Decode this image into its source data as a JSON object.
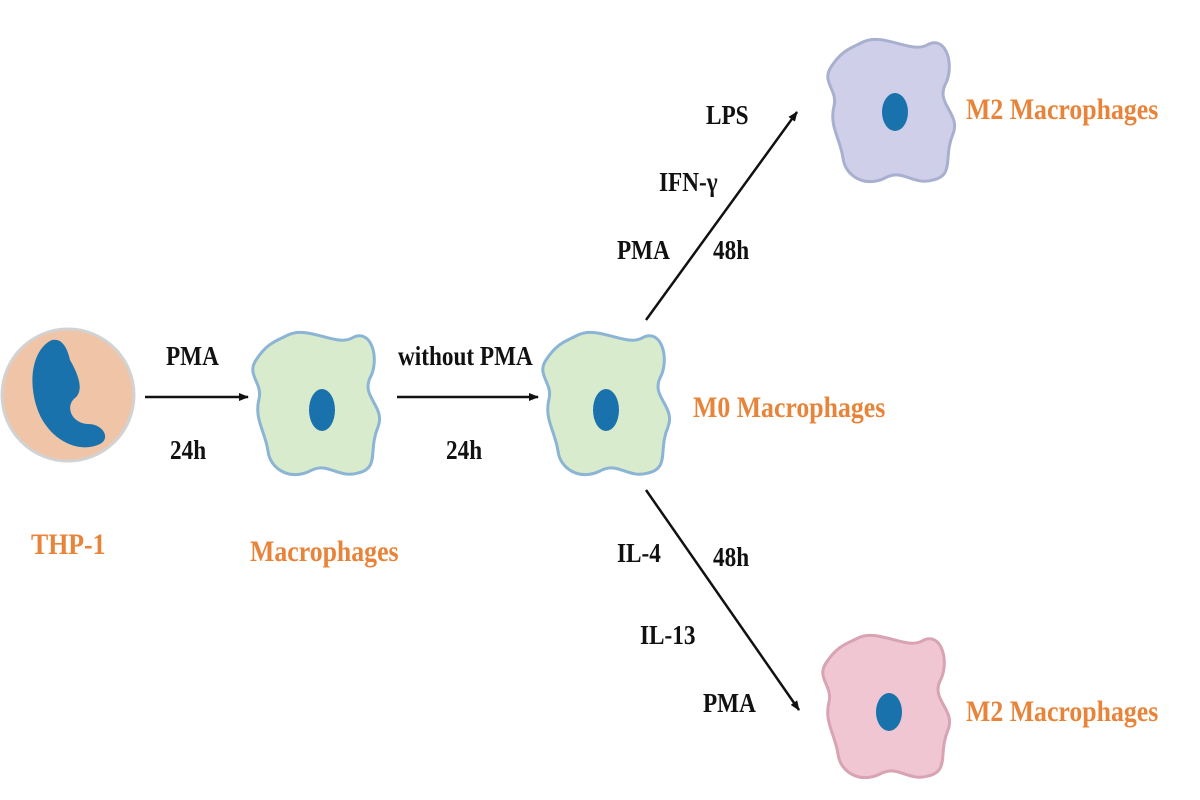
{
  "colors": {
    "thp1_fill": "#f0c4a6",
    "thp1_border": "#d2d2d2",
    "thp1_nucleus": "#1a72ad",
    "macrophage_fill": "#d8ebcd",
    "macrophage_border": "#8cb4d4",
    "m1_fill": "#cfcfea",
    "m1_border": "#a9b0cf",
    "m2_fill": "#efc6d2",
    "m2_border": "#d8a3b3",
    "nucleus": "#1a72ad",
    "label_accent": "#e8843a",
    "arrow": "#111111"
  },
  "cells": {
    "thp1": "THP-1",
    "macrophages": "Macrophages",
    "m0": "M0  Macrophages",
    "top": "M2  Macrophages",
    "bottom": "M2  Macrophages"
  },
  "steps": {
    "step1": {
      "reagent": "PMA",
      "time": "24h"
    },
    "step2": {
      "reagent": "without PMA",
      "time": "24h"
    },
    "upper": {
      "reagents": [
        "LPS",
        "IFN-γ",
        "PMA"
      ],
      "time": "48h"
    },
    "lower": {
      "reagents": [
        "IL-4",
        "IL-13",
        "PMA"
      ],
      "time": "48h"
    }
  }
}
